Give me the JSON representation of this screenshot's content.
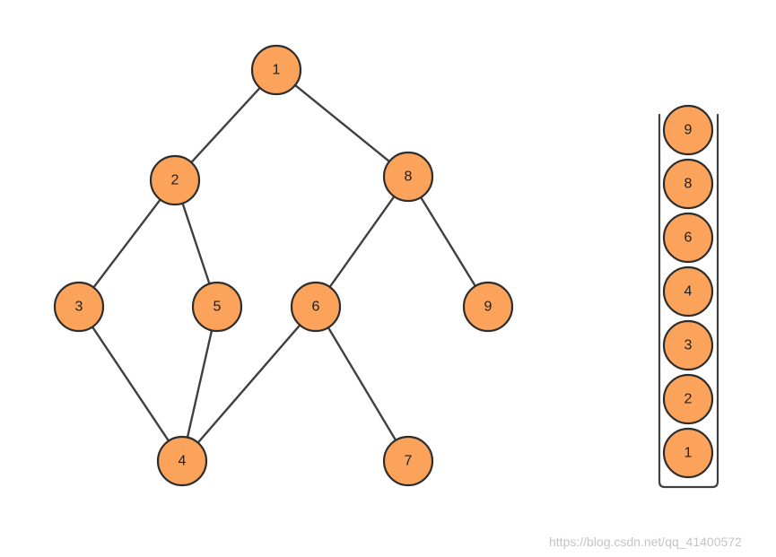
{
  "colors": {
    "node_fill": "#fba35a",
    "node_stroke": "#2d2d2d",
    "edge": "#3f4042",
    "watermark": "#c4c4c4"
  },
  "graph": {
    "nodes": [
      {
        "id": "1",
        "label": "1"
      },
      {
        "id": "2",
        "label": "2"
      },
      {
        "id": "8",
        "label": "8"
      },
      {
        "id": "3",
        "label": "3"
      },
      {
        "id": "5",
        "label": "5"
      },
      {
        "id": "6",
        "label": "6"
      },
      {
        "id": "9",
        "label": "9"
      },
      {
        "id": "4",
        "label": "4"
      },
      {
        "id": "7",
        "label": "7"
      }
    ],
    "edges": [
      [
        "1",
        "2"
      ],
      [
        "1",
        "8"
      ],
      [
        "2",
        "3"
      ],
      [
        "2",
        "5"
      ],
      [
        "8",
        "6"
      ],
      [
        "8",
        "9"
      ],
      [
        "3",
        "4"
      ],
      [
        "5",
        "4"
      ],
      [
        "6",
        "4"
      ],
      [
        "6",
        "7"
      ]
    ]
  },
  "stack": {
    "items_top_to_bottom": [
      "9",
      "8",
      "6",
      "4",
      "3",
      "2",
      "1"
    ]
  },
  "watermark": "https://blog.csdn.net/qq_41400572"
}
